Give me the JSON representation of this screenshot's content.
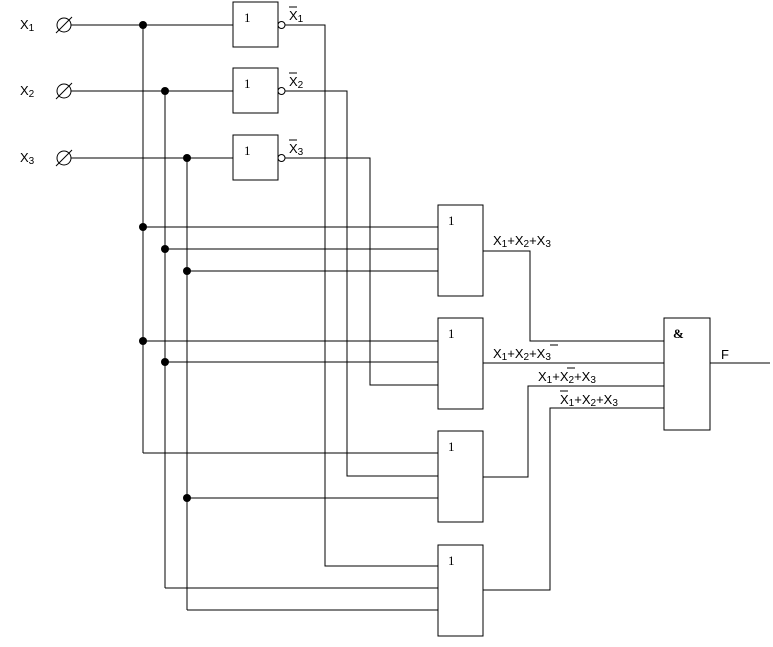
{
  "inputs": {
    "x1": {
      "name": "X",
      "sub": "1"
    },
    "x2": {
      "name": "X",
      "sub": "2"
    },
    "x3": {
      "name": "X",
      "sub": "3"
    }
  },
  "gates": {
    "not_symbol": "1",
    "or_symbol": "1",
    "and_symbol": "&"
  },
  "not_outputs": {
    "nx1": {
      "name": "X",
      "sub": "1"
    },
    "nx2": {
      "name": "X",
      "sub": "2"
    },
    "nx3": {
      "name": "X",
      "sub": "3"
    }
  },
  "or_outputs": {
    "or1": {
      "x": "X",
      "a": "1",
      "b": "2",
      "c": "3"
    },
    "or2": {
      "x": "X",
      "a": "1",
      "b": "2",
      "c": "3"
    },
    "or3": {
      "x": "X",
      "a": "1",
      "b": "2",
      "c": "3"
    },
    "or4": {
      "x": "X",
      "a": "1",
      "b": "2",
      "c": "3"
    },
    "plus": "+"
  },
  "output": {
    "label": "F"
  }
}
